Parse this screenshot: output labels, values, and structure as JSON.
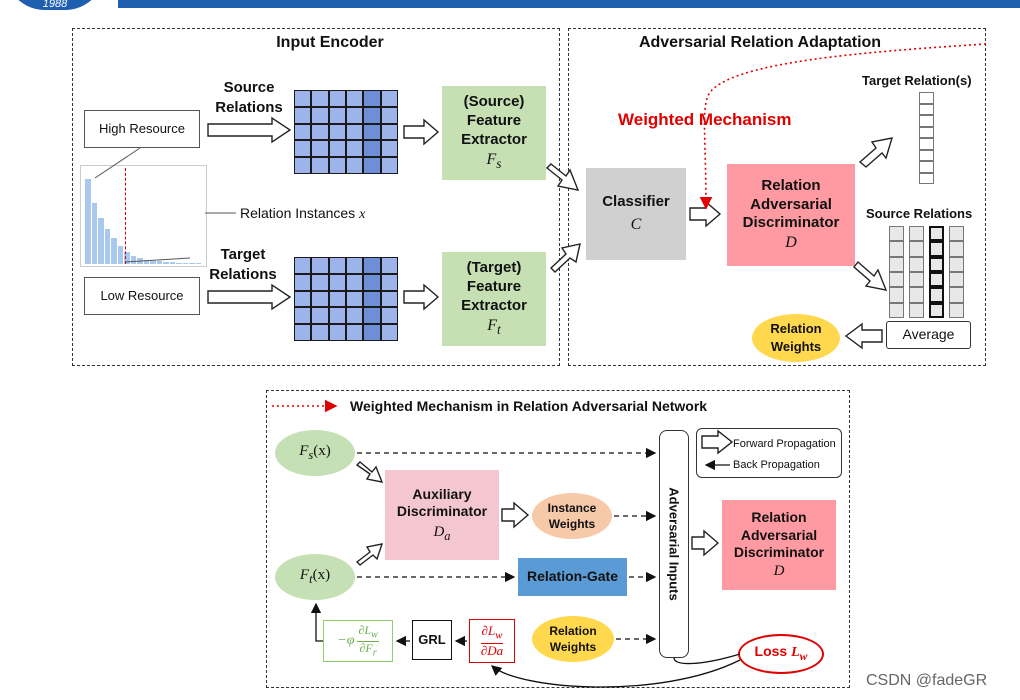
{
  "header": {
    "logo_text": "1988"
  },
  "input_encoder": {
    "title": "Input Encoder",
    "high_resource": "High Resource",
    "low_resource": "Low Resource",
    "source_relations": [
      "Source",
      "Relations"
    ],
    "target_relations": [
      "Target",
      "Relations"
    ],
    "relation_instances": "Relation Instances",
    "relation_instances_var": "x",
    "source_extractor": [
      "(Source)",
      "Feature",
      "Extractor"
    ],
    "source_extractor_var": "F",
    "source_extractor_sub": "s",
    "target_extractor": [
      "(Target)",
      "Feature",
      "Extractor"
    ],
    "target_extractor_var": "F",
    "target_extractor_sub": "t"
  },
  "adaptation": {
    "title": "Adversarial Relation Adaptation",
    "weighted_mechanism": "Weighted Mechanism",
    "classifier": "Classifier",
    "classifier_var": "C",
    "discriminator": [
      "Relation",
      "Adversarial",
      "Discriminator"
    ],
    "discriminator_var": "D",
    "target_relations": "Target Relation(s)",
    "source_relations": "Source Relations",
    "relation_weights": [
      "Relation",
      "Weights"
    ],
    "average": "Average"
  },
  "mechanism": {
    "title": "Weighted Mechanism in Relation Adversarial Network",
    "fs_x": "F",
    "fs_sub": "s",
    "ft_x": "F",
    "ft_sub": "t",
    "arg_x": "(x)",
    "forward": "Forward Propagation",
    "back": "Back Propagation",
    "aux_disc": [
      "Auxiliary",
      "Discriminator"
    ],
    "aux_var": "D",
    "aux_sub": "a",
    "instance_weights": [
      "Instance",
      "Weights"
    ],
    "adversarial_inputs": "Adversarial Inputs",
    "discriminator": [
      "Relation",
      "Adversarial",
      "Discriminator"
    ],
    "discriminator_var": "D",
    "relation_gate": "Relation-Gate",
    "relation_weights": [
      "Relation",
      "Weights"
    ],
    "grl": "GRL",
    "grad_lw_num": "∂L",
    "grad_lw_sub": "w",
    "grad_lw_den": "∂Da",
    "grad_neg": "−φ",
    "grad_ff_num": "∂L",
    "grad_ff_sub": "w",
    "grad_ff_den": "∂F",
    "grad_ff_den_sub": "r",
    "loss": "Loss",
    "loss_var": "L",
    "loss_sub": "w"
  },
  "watermark": "CSDN @fadeGR",
  "histogram_bars": [
    0.92,
    0.66,
    0.5,
    0.38,
    0.28,
    0.2,
    0.13,
    0.09,
    0.06,
    0.045,
    0.035,
    0.028,
    0.022,
    0.018,
    0.015,
    0.012,
    0.01,
    0.008
  ],
  "colors": {
    "blue_band": "#1f5fb0",
    "extractor_green": "#c6e0b4",
    "classifier_gray": "#d0d0d0",
    "discriminator_pink": "#ff9aa2",
    "aux_pink": "#f4c6d0",
    "weights_yellow": "#ffd84d",
    "instance_orange": "#f6c9a9",
    "gate_blue": "#5b9bd5",
    "node_green": "#c5e0b4",
    "grid_blue": "#9db4ea",
    "grid_dark": "#6e8ed8",
    "red": "#e00000"
  }
}
